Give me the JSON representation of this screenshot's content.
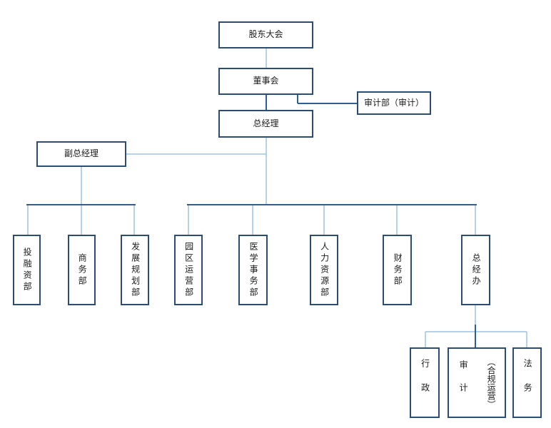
{
  "nodes": {
    "shareholders": "股东大会",
    "board": "董事会",
    "audit_dept": "审计部（审计）",
    "gm": "总经理",
    "deputy_gm": "副总经理",
    "investment": "投融资部",
    "commerce": "商务部",
    "dev_planning": "发展规划部",
    "park_ops": "园区运营部",
    "medical": "医学事务部",
    "hr": "人力资源部",
    "finance": "财务部",
    "gm_office": "总经办",
    "admin": "行政",
    "audit": "审计",
    "compliance": "（合规运营）",
    "legal": "法务"
  },
  "colors": {
    "box_border": "#2b4d74",
    "line_dark": "#2f5f8f",
    "line_light": "#9ec2e0"
  }
}
